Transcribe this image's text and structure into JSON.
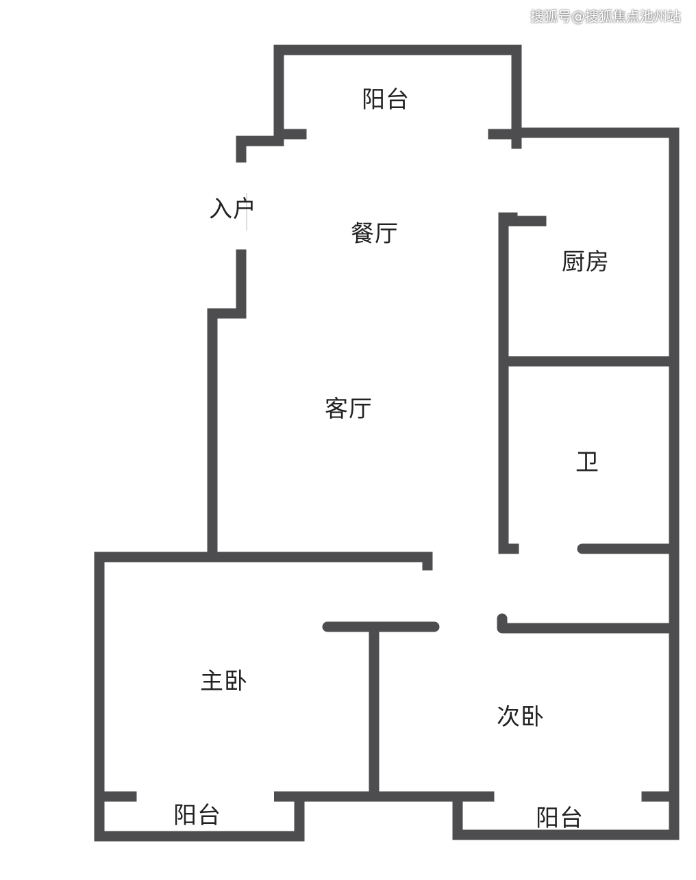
{
  "watermark": "搜狐号@搜狐焦点池州站",
  "rooms": {
    "balcony_top": "阳台",
    "entrance": "入户",
    "dining": "餐厅",
    "kitchen": "厨房",
    "living": "客厅",
    "bathroom": "卫",
    "master_bedroom": "主卧",
    "second_bedroom": "次卧",
    "balcony_left": "阳台",
    "balcony_right": "阳台"
  },
  "colors": {
    "wall": "#4d4d4f",
    "background": "#ffffff",
    "text": "#222222"
  }
}
